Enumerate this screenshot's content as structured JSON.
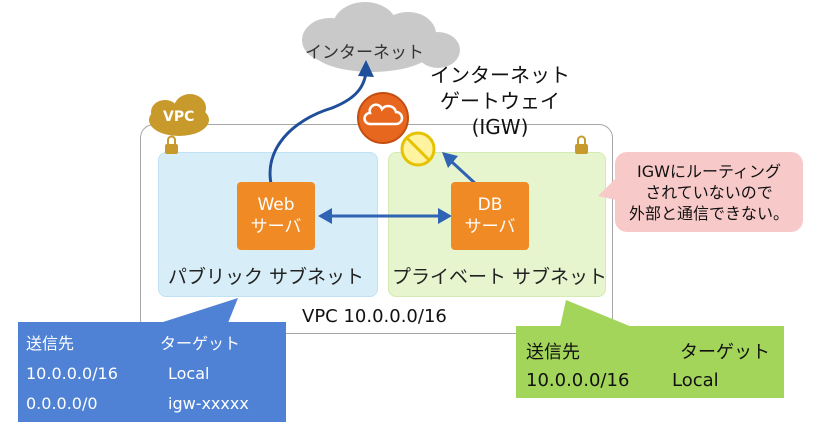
{
  "internet": {
    "label": "インターネット"
  },
  "igw": {
    "label_line1": "インターネット",
    "label_line2": "ゲートウェイ (IGW)"
  },
  "vpc": {
    "badge": "VPC",
    "cidr": "VPC 10.0.0.0/16"
  },
  "public_subnet": {
    "label": "パブリック サブネット",
    "server_line1": "Web",
    "server_line2": "サーバ"
  },
  "private_subnet": {
    "label": "プライベート サブネット",
    "server_line1": "DB",
    "server_line2": "サーバ"
  },
  "callout": {
    "line1": "IGWにルーティング",
    "line2": "されていないので",
    "line3": "外部と通信できない。"
  },
  "route_table_public": {
    "headers": [
      "送信先",
      "ターゲット"
    ],
    "rows": [
      [
        "10.0.0.0/16",
        "Local"
      ],
      [
        "0.0.0.0/0",
        "igw-xxxxx"
      ]
    ]
  },
  "route_table_private": {
    "headers": [
      "送信先",
      "ターゲット"
    ],
    "rows": [
      [
        "10.0.0.0/16",
        "Local"
      ]
    ]
  },
  "colors": {
    "server": "#f08a24",
    "public_subnet": "#d7eef9",
    "private_subnet": "#e7f5cf",
    "public_table": "#4f81d4",
    "private_table": "#a3d55b",
    "igw": "#e8671e",
    "vpc_badge": "#c79a2b",
    "arrow": "#2f63b3",
    "callout": "#f7c9c9"
  }
}
